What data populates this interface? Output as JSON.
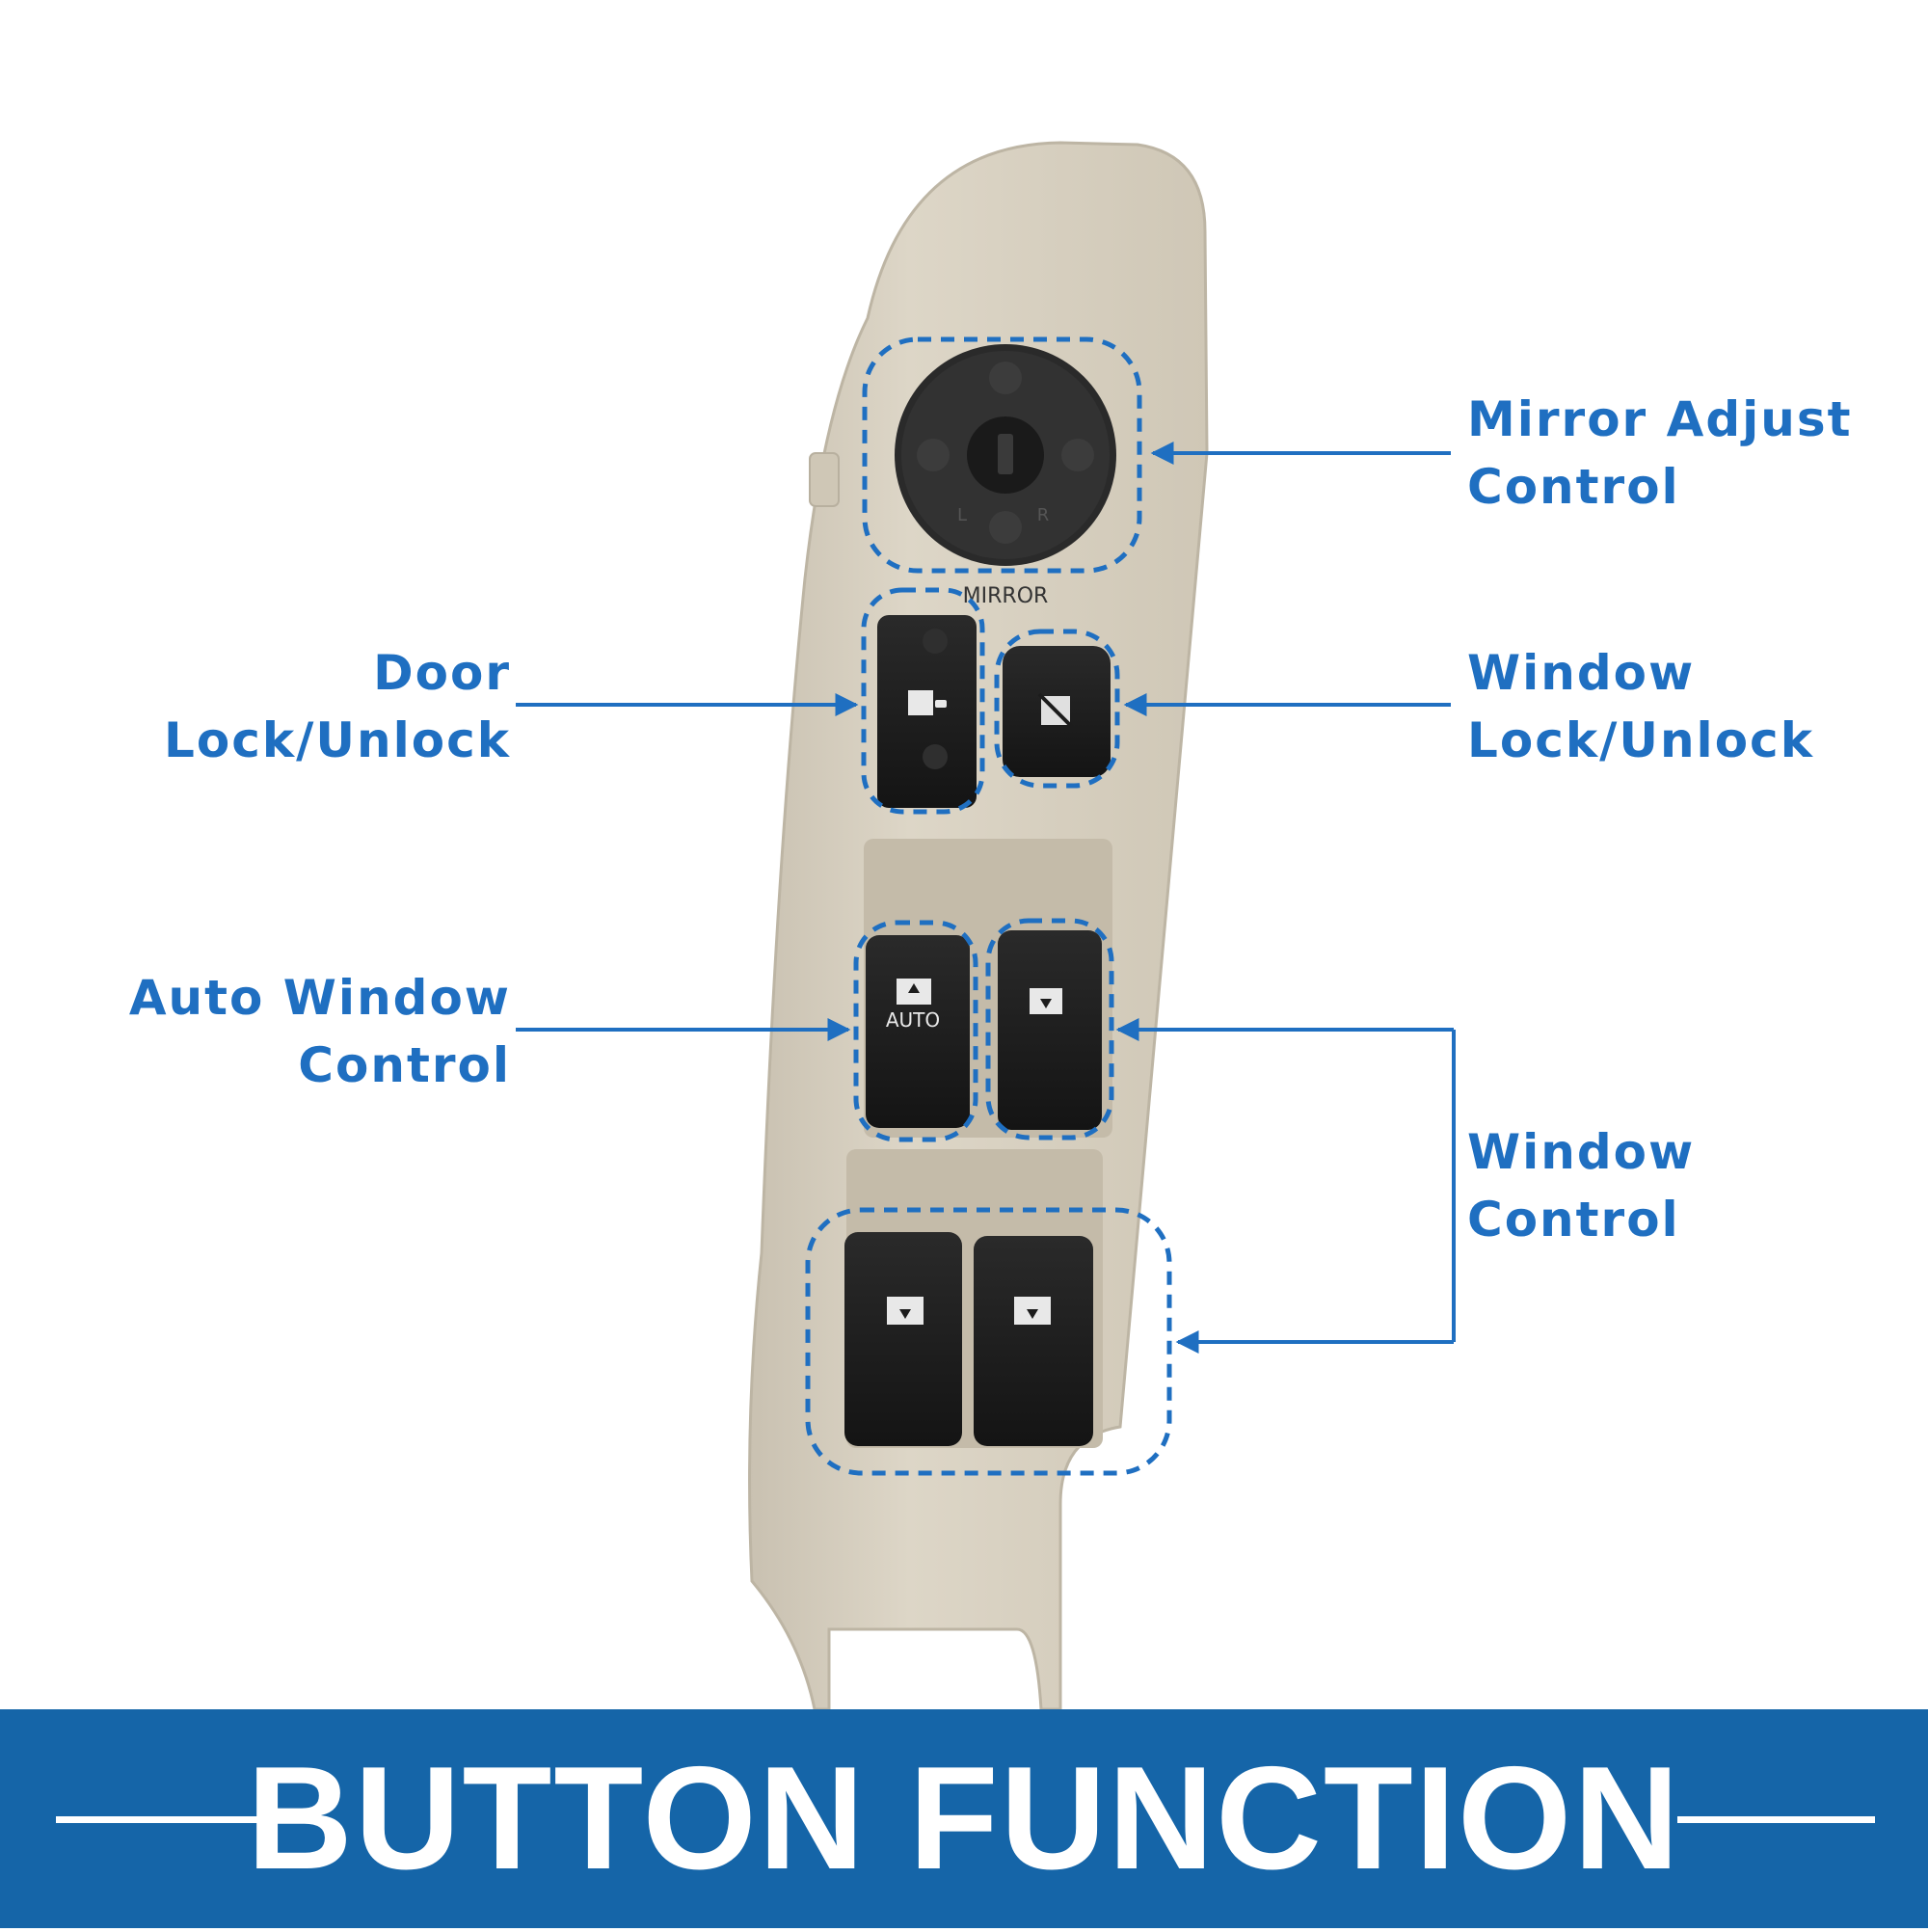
{
  "colors": {
    "accent": "#1f6fc1",
    "banner": "#1565a8",
    "panel": "#d9d1c0",
    "button": "#1c1c1c"
  },
  "panel": {
    "mirror_label": "MIRROR",
    "mirror_left": "L",
    "mirror_right": "R",
    "auto_label": "AUTO"
  },
  "callouts": {
    "mirror_adjust": [
      "Mirror Adjust",
      "Control"
    ],
    "door_lock": [
      "Door",
      "Lock/Unlock"
    ],
    "window_lock": [
      "Window",
      "Lock/Unlock"
    ],
    "auto_window": [
      "Auto Window",
      "Control"
    ],
    "window_control": [
      "Window",
      "Control"
    ]
  },
  "banner": {
    "title": "BUTTON FUNCTION"
  }
}
